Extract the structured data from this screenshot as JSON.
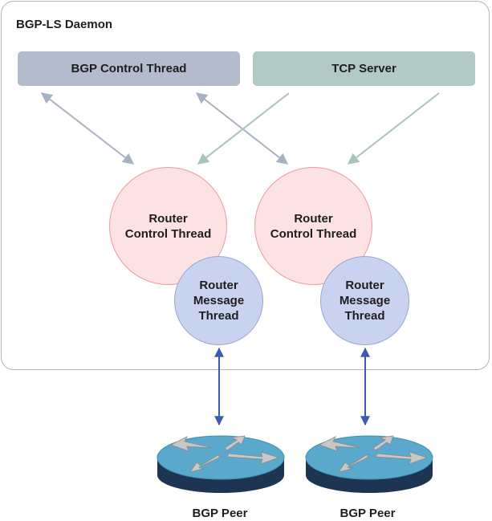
{
  "daemon": {
    "title": "BGP-LS Daemon"
  },
  "top_boxes": {
    "bgp_control": "BGP Control Thread",
    "tcp_server": "TCP Server"
  },
  "routers": [
    {
      "control_line1": "Router",
      "control_line2": "Control Thread",
      "message_line1": "Router",
      "message_line2": "Message",
      "message_line3": "Thread"
    },
    {
      "control_line1": "Router",
      "control_line2": "Control Thread",
      "message_line1": "Router",
      "message_line2": "Message",
      "message_line3": "Thread"
    }
  ],
  "peers": [
    {
      "label": "BGP Peer",
      "icon": "router-icon"
    },
    {
      "label": "BGP Peer",
      "icon": "router-icon"
    }
  ],
  "colors": {
    "bgp_control_box": "#b3bccc",
    "tcp_server_box": "#b3c9c6",
    "control_circle_fill": "#fce2e3",
    "control_circle_stroke": "#ef9a9c",
    "message_circle_fill": "#c9d2ee",
    "bgp_arrow": "#a8b2c4",
    "tcp_arrow": "#a9c3bf",
    "peer_arrow": "#3d5bb0",
    "router_top": "#5aa9cc",
    "router_side": "#1d3552"
  }
}
